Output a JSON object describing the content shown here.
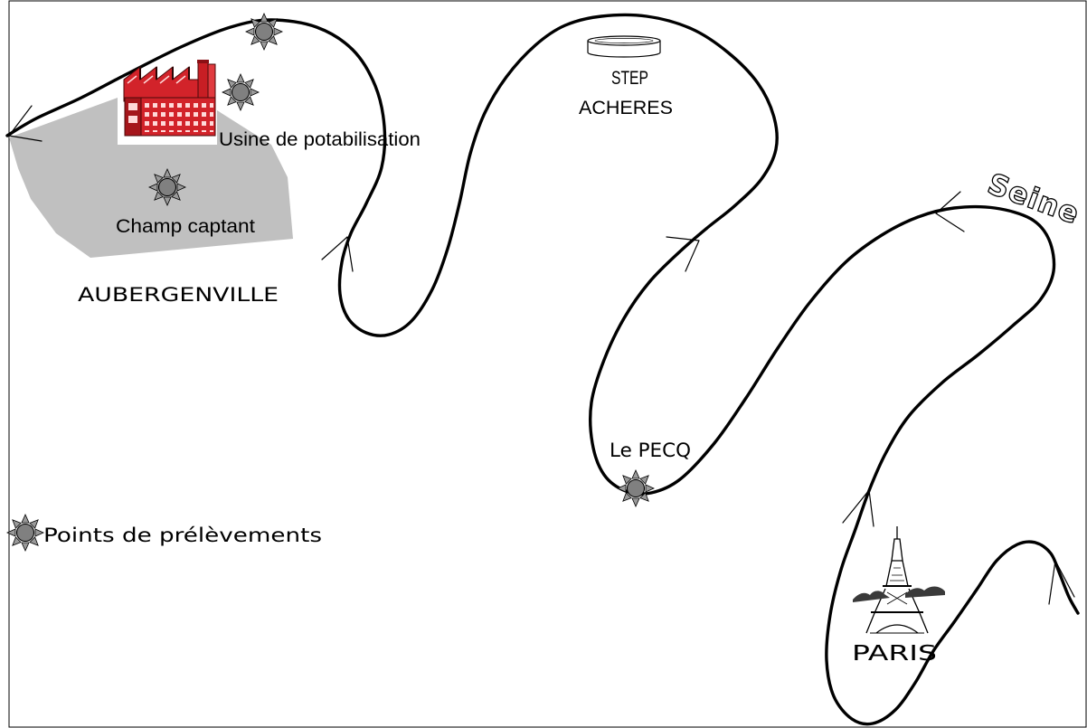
{
  "map": {
    "river": {
      "name": "Seine",
      "color": "#000000"
    },
    "places": {
      "aubergenville": {
        "label": "AUBERGENVILLE"
      },
      "water_plant": {
        "label": "Usine de potabilisation",
        "icon": "factory-icon",
        "color": "#d2232a"
      },
      "catchment_field": {
        "label": "Champ captant",
        "color": "#c0c0c0"
      },
      "wastewater_plant": {
        "label_line1": "STEP",
        "label_line2": "ACHERES",
        "icon": "reservoir-icon"
      },
      "le_pecq": {
        "label": "Le PECQ"
      },
      "paris": {
        "label": "PARIS",
        "icon": "eiffel-tower-icon"
      }
    }
  },
  "legend": {
    "label": "Points de prélèvements",
    "icon": "sampling-point-icon",
    "color": "#808080"
  }
}
